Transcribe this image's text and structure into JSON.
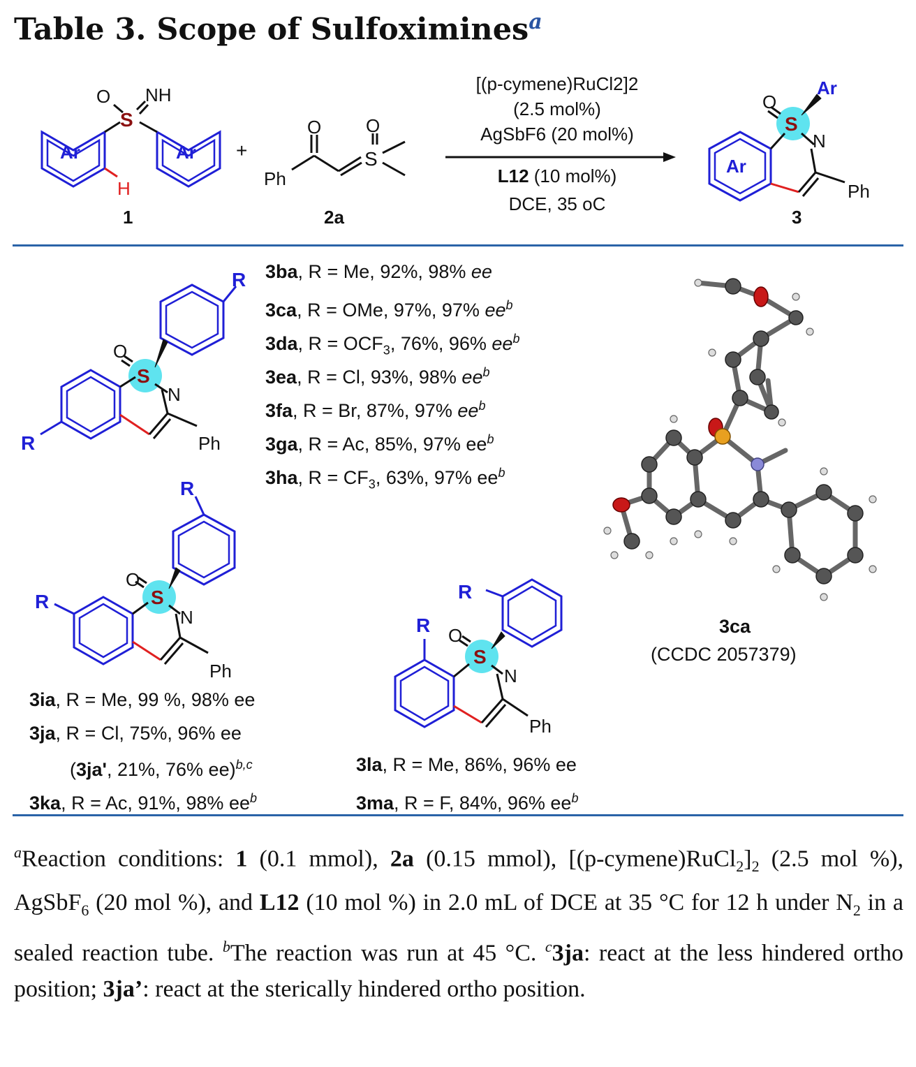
{
  "title": {
    "main": "Table 3. Scope of Sulfoximines",
    "note": "a"
  },
  "scheme": {
    "reagent1_label": "1",
    "reagent2_label": "2a",
    "product_label": "3",
    "plus": "+",
    "ar": "Ar",
    "s": "S",
    "o": "O",
    "nh": "NH",
    "n": "N",
    "h": "H",
    "ph": "Ph",
    "conditions": {
      "line1": "[(p-cymene)RuCl2]2",
      "line2": "(2.5 mol%)",
      "line3": "AgSbF6 (20 mol%)",
      "line4_bold": "L12",
      "line4_rest": " (10 mol%)",
      "line5": "DCE, 35 oC"
    }
  },
  "structures": {
    "r": "R",
    "s": "S",
    "o": "O",
    "n": "N",
    "ph": "Ph"
  },
  "entries": {
    "e3ba": {
      "id": "3ba",
      "text": ", R = Me, 92%, 98% ",
      "ee": "ee",
      "note": ""
    },
    "e3ca": {
      "id": "3ca",
      "text": ", R = OMe, 97%, 97% ",
      "ee": "ee",
      "note": "b"
    },
    "e3da": {
      "id": "3da",
      "text": ", R = OCF",
      "sub": "3",
      "text2": ", 76%, 96% ",
      "ee": "ee",
      "note": "b"
    },
    "e3ea": {
      "id": "3ea",
      "text": ", R  = Cl, 93%, 98% ",
      "ee": "ee",
      "note": "b"
    },
    "e3fa": {
      "id": "3fa",
      "text": ", R  = Br, 87%, 97% ",
      "ee": "ee",
      "note": "b"
    },
    "e3ga": {
      "id": "3ga",
      "text": ", R = Ac, 85%, 97% ee",
      "note": "b"
    },
    "e3ha": {
      "id": "3ha",
      "text": ", R = CF",
      "sub": "3",
      "text2": ", 63%, 97% ee",
      "note": "b"
    },
    "e3ia": {
      "id": "3ia",
      "text": ", R = Me, 99 %, 98% ee"
    },
    "e3ja": {
      "id": "3ja",
      "text": ", R = Cl, 75%, 96% ee"
    },
    "e3jap": {
      "open": "(",
      "id": "3ja'",
      "text": ", 21%, 76% ee)",
      "note": "b,c"
    },
    "e3ka": {
      "id": "3ka",
      "text": ", R = Ac, 91%, 98% ee",
      "note": "b"
    },
    "e3la": {
      "id": "3la",
      "text": ", R = Me, 86%, 96% ee"
    },
    "e3ma": {
      "id": "3ma",
      "text": ", R = F,  84%, 96% ee",
      "note": "b"
    }
  },
  "crystal": {
    "id": "3ca",
    "ccdc": "(CCDC 2057379)"
  },
  "footnote": {
    "a_mark": "a",
    "a_text1": "Reaction conditions: ",
    "a_b1": "1",
    "a_text2": " (0.1 mmol), ",
    "a_b2": "2a",
    "a_text3": " (0.15 mmol), [(p-cymene)RuCl",
    "a_sub1": "2",
    "a_text4": "]",
    "a_sub2": "2",
    "a_text5": " (2.5 mol %), AgSbF",
    "a_sub3": "6",
    "a_text6": " (20 mol %), and ",
    "a_b3": "L12",
    "a_text7": " (10 mol %) in 2.0 mL of DCE at 35 °C for 12 h under N",
    "a_sub4": "2",
    "a_text8": " in a sealed reaction tube. ",
    "b_mark": "b",
    "b_text": "The reaction was run at 45 °C. ",
    "c_mark": "c",
    "c_b1": "3ja",
    "c_text1": ": react at the less hindered ortho position; ",
    "c_b2": "3ja’",
    "c_text2": ": react at the sterically hindered ortho position."
  },
  "colors": {
    "blue": "#1f1fd6",
    "red": "#e02020",
    "rule": "#2a63a8",
    "highlight": "#5fe3ef",
    "sulfur": "#8b1010"
  }
}
